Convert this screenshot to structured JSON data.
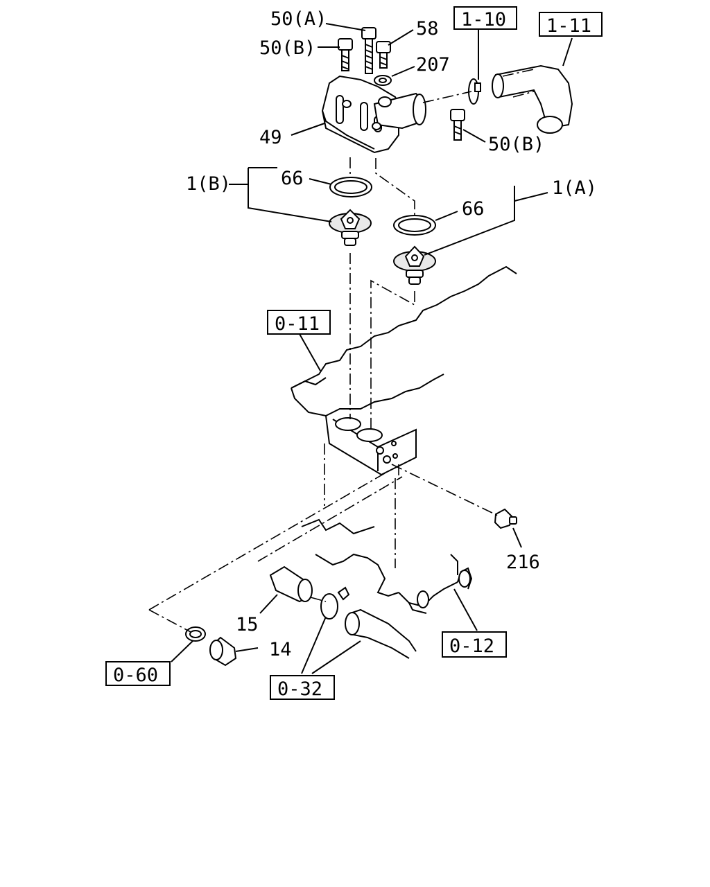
{
  "callouts": {
    "c50a": "50(A)",
    "c58": "58",
    "c50b_top": "50(B)",
    "c207": "207",
    "c49": "49",
    "c50b_right": "50(B)",
    "c66_left": "66",
    "c1b": "1(B)",
    "c66_right": "66",
    "c1a": "1(A)",
    "c216": "216",
    "c15": "15",
    "c14": "14"
  },
  "references": {
    "r1_10": "1-10",
    "r1_11": "1-11",
    "r0_11": "0-11",
    "r0_12": "0-12",
    "r0_60": "0-60",
    "r0_32": "0-32"
  }
}
